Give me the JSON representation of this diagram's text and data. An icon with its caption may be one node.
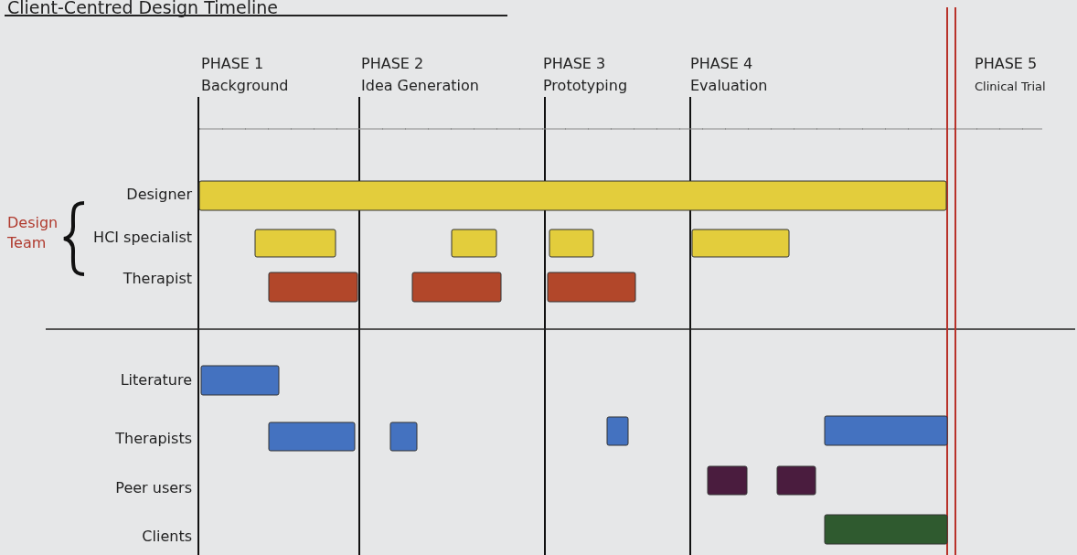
{
  "diagram": {
    "title": "Client-Centred Design Timeline",
    "labels": [
      "PHASE 1",
      "Background",
      "PHASE 2",
      "Idea Generation",
      "PHASE 3",
      "Prototyping",
      "PHASE 4",
      "Evaluation",
      "PHASE 5",
      "Clinical Trial",
      "Designer",
      "Design Team",
      "HCI specialist",
      "Therapist",
      "Literature",
      "Therapists",
      "Peer users",
      "Clients"
    ]
  }
}
